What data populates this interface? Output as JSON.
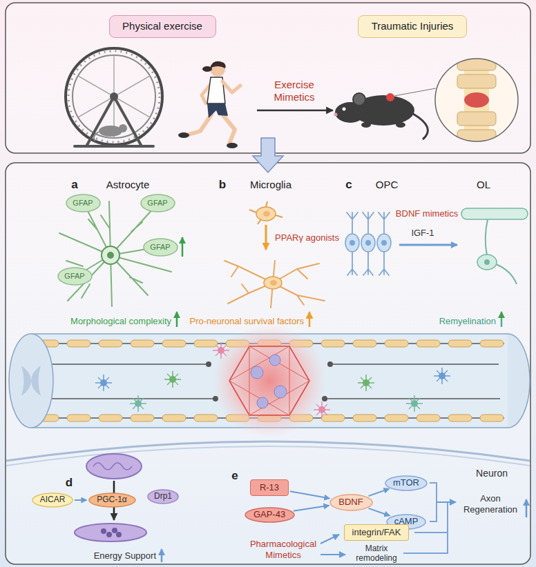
{
  "diagram": {
    "nodes": [
      {
        "text": [
          "Physical exercise"
        ]
      },
      {
        "text": [
          "Traumatic Injuries"
        ]
      },
      {
        "text": [
          "GFAP"
        ]
      },
      {
        "text": [
          "GFAP"
        ]
      },
      {
        "text": [
          "GFAP"
        ]
      },
      {
        "text": [
          "GFAP"
        ]
      },
      {
        "text": [
          "AICAR"
        ]
      },
      {
        "text": [
          "PGC-1α"
        ]
      },
      {
        "text": [
          "Drp1"
        ]
      },
      {
        "text": [
          "R-13"
        ]
      },
      {
        "text": [
          "GAP-43"
        ]
      },
      {
        "text": [
          "BDNF"
        ]
      },
      {
        "text": [
          "mTOR"
        ]
      },
      {
        "text": [
          "cAMP"
        ]
      },
      {
        "text": [
          "integrin/FAK"
        ]
      }
    ],
    "edges": [
      {
        "from": 6,
        "to": 7,
        "arrow": "to"
      },
      {
        "from": 9,
        "to": 11,
        "arrow": "to"
      },
      {
        "from": 10,
        "to": 11,
        "arrow": "to"
      },
      {
        "from": 11,
        "to": 12,
        "arrow": "to"
      },
      {
        "from": 11,
        "to": 13,
        "arrow": "to"
      }
    ],
    "labels": [
      "Exercise Mimetics",
      "a",
      "Astrocyte",
      "b",
      "Microglia",
      "c",
      "OPC",
      "OL",
      "PPARγ agonists",
      "BDNF mimetics",
      "IGF-1",
      "Morphological complexity",
      "Pro-neuronal survival factors",
      "Remyelination",
      "Neuron",
      "d",
      "Energy Support",
      "e",
      "Axon Regeneration",
      "Pharmacological Mimetics",
      "Matrix remodeling"
    ]
  }
}
